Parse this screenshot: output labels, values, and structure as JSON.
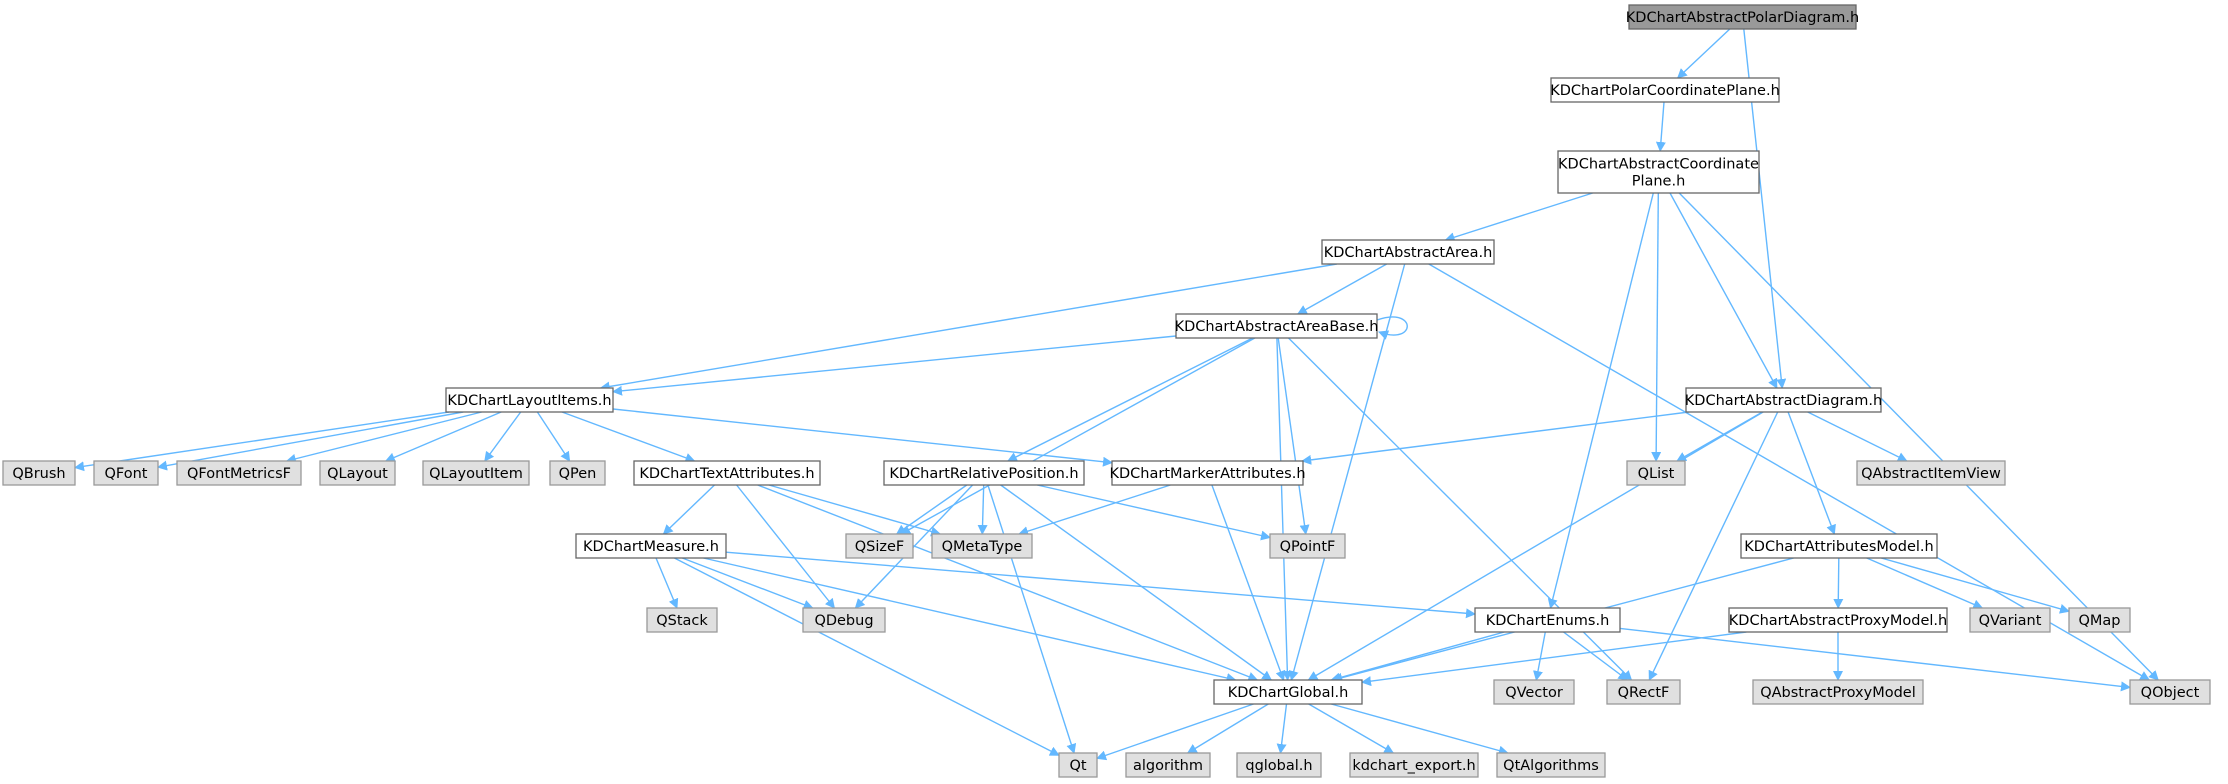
{
  "colors": {
    "edge": "#63b8ff",
    "node_fill": "#ffffff",
    "node_stroke": "#666666",
    "external_fill": "#e0e0e0",
    "external_stroke": "#999999",
    "root_fill": "#999999",
    "root_stroke": "#666666",
    "text": "#000000"
  },
  "nodes": [
    {
      "id": "abstractpolardiagram",
      "label": "KDChartAbstractPolarDiagram.h",
      "kind": "root"
    },
    {
      "id": "polarcoordinateplane",
      "label": "KDChartPolarCoordinatePlane.h",
      "kind": "header"
    },
    {
      "id": "abstractcoordinateplane",
      "label": "KDChartAbstractCoordinate\nPlane.h",
      "kind": "header"
    },
    {
      "id": "abstractarea",
      "label": "KDChartAbstractArea.h",
      "kind": "header"
    },
    {
      "id": "abstractareabase",
      "label": "KDChartAbstractAreaBase.h",
      "kind": "header"
    },
    {
      "id": "layoutitems",
      "label": "KDChartLayoutItems.h",
      "kind": "header"
    },
    {
      "id": "abstractdiagram",
      "label": "KDChartAbstractDiagram.h",
      "kind": "header"
    },
    {
      "id": "qbrush",
      "label": "QBrush",
      "kind": "external"
    },
    {
      "id": "qfont",
      "label": "QFont",
      "kind": "external"
    },
    {
      "id": "qfontmetricsf",
      "label": "QFontMetricsF",
      "kind": "external"
    },
    {
      "id": "qlayout",
      "label": "QLayout",
      "kind": "external"
    },
    {
      "id": "qlayoutitem",
      "label": "QLayoutItem",
      "kind": "external"
    },
    {
      "id": "qpen",
      "label": "QPen",
      "kind": "external"
    },
    {
      "id": "textattributes",
      "label": "KDChartTextAttributes.h",
      "kind": "header"
    },
    {
      "id": "relativeposition",
      "label": "KDChartRelativePosition.h",
      "kind": "header"
    },
    {
      "id": "markerattributes",
      "label": "KDChartMarkerAttributes.h",
      "kind": "header"
    },
    {
      "id": "qlist",
      "label": "QList",
      "kind": "external"
    },
    {
      "id": "qabstractitemview",
      "label": "QAbstractItemView",
      "kind": "external"
    },
    {
      "id": "measure",
      "label": "KDChartMeasure.h",
      "kind": "header"
    },
    {
      "id": "qsizef",
      "label": "QSizeF",
      "kind": "external"
    },
    {
      "id": "qmetatype",
      "label": "QMetaType",
      "kind": "external"
    },
    {
      "id": "qpointf",
      "label": "QPointF",
      "kind": "external"
    },
    {
      "id": "attributesmodel",
      "label": "KDChartAttributesModel.h",
      "kind": "header"
    },
    {
      "id": "qstack",
      "label": "QStack",
      "kind": "external"
    },
    {
      "id": "qdebug",
      "label": "QDebug",
      "kind": "external"
    },
    {
      "id": "enums",
      "label": "KDChartEnums.h",
      "kind": "header"
    },
    {
      "id": "abstractproxymodel",
      "label": "KDChartAbstractProxyModel.h",
      "kind": "header"
    },
    {
      "id": "qvariant",
      "label": "QVariant",
      "kind": "external"
    },
    {
      "id": "qmap",
      "label": "QMap",
      "kind": "external"
    },
    {
      "id": "global",
      "label": "KDChartGlobal.h",
      "kind": "header"
    },
    {
      "id": "qvector",
      "label": "QVector",
      "kind": "external"
    },
    {
      "id": "qrectf",
      "label": "QRectF",
      "kind": "external"
    },
    {
      "id": "qabstractproxymodel",
      "label": "QAbstractProxyModel",
      "kind": "external"
    },
    {
      "id": "qobject",
      "label": "QObject",
      "kind": "external"
    },
    {
      "id": "qt",
      "label": "Qt",
      "kind": "external"
    },
    {
      "id": "algorithm",
      "label": "algorithm",
      "kind": "external"
    },
    {
      "id": "qglobal",
      "label": "qglobal.h",
      "kind": "external"
    },
    {
      "id": "kdchart_export",
      "label": "kdchart_export.h",
      "kind": "external"
    },
    {
      "id": "qtalgorithms",
      "label": "QtAlgorithms",
      "kind": "external"
    }
  ],
  "edges": [
    [
      "abstractpolardiagram",
      "polarcoordinateplane"
    ],
    [
      "abstractpolardiagram",
      "abstractdiagram"
    ],
    [
      "polarcoordinateplane",
      "abstractcoordinateplane"
    ],
    [
      "abstractcoordinateplane",
      "abstractarea"
    ],
    [
      "abstractcoordinateplane",
      "abstractdiagram"
    ],
    [
      "abstractcoordinateplane",
      "qlist"
    ],
    [
      "abstractcoordinateplane",
      "enums"
    ],
    [
      "abstractcoordinateplane",
      "qobject"
    ],
    [
      "abstractarea",
      "abstractareabase"
    ],
    [
      "abstractarea",
      "layoutitems"
    ],
    [
      "abstractarea",
      "global"
    ],
    [
      "abstractarea",
      "qobject"
    ],
    [
      "abstractareabase",
      "abstractareabase"
    ],
    [
      "abstractareabase",
      "layoutitems"
    ],
    [
      "abstractareabase",
      "relativeposition"
    ],
    [
      "abstractareabase",
      "qsizef"
    ],
    [
      "abstractareabase",
      "qpointf"
    ],
    [
      "abstractareabase",
      "global"
    ],
    [
      "abstractareabase",
      "qrectf"
    ],
    [
      "layoutitems",
      "qbrush"
    ],
    [
      "layoutitems",
      "qfont"
    ],
    [
      "layoutitems",
      "qfontmetricsf"
    ],
    [
      "layoutitems",
      "qlayout"
    ],
    [
      "layoutitems",
      "qlayoutitem"
    ],
    [
      "layoutitems",
      "qpen"
    ],
    [
      "layoutitems",
      "textattributes"
    ],
    [
      "layoutitems",
      "markerattributes"
    ],
    [
      "abstractdiagram",
      "markerattributes"
    ],
    [
      "abstractdiagram",
      "qlist"
    ],
    [
      "abstractdiagram",
      "qabstractitemview"
    ],
    [
      "abstractdiagram",
      "attributesmodel"
    ],
    [
      "abstractdiagram",
      "global"
    ],
    [
      "abstractdiagram",
      "qrectf"
    ],
    [
      "textattributes",
      "measure"
    ],
    [
      "textattributes",
      "qmetatype"
    ],
    [
      "textattributes",
      "qdebug"
    ],
    [
      "textattributes",
      "global"
    ],
    [
      "relativeposition",
      "qsizef"
    ],
    [
      "relativeposition",
      "qmetatype"
    ],
    [
      "relativeposition",
      "qpointf"
    ],
    [
      "relativeposition",
      "qdebug"
    ],
    [
      "relativeposition",
      "global"
    ],
    [
      "relativeposition",
      "qt"
    ],
    [
      "markerattributes",
      "qmetatype"
    ],
    [
      "markerattributes",
      "global"
    ],
    [
      "measure",
      "qstack"
    ],
    [
      "measure",
      "qdebug"
    ],
    [
      "measure",
      "enums"
    ],
    [
      "measure",
      "global"
    ],
    [
      "measure",
      "qt"
    ],
    [
      "attributesmodel",
      "abstractproxymodel"
    ],
    [
      "attributesmodel",
      "qvariant"
    ],
    [
      "attributesmodel",
      "qmap"
    ],
    [
      "attributesmodel",
      "global"
    ],
    [
      "enums",
      "qvector"
    ],
    [
      "enums",
      "qrectf"
    ],
    [
      "enums",
      "qobject"
    ],
    [
      "enums",
      "global"
    ],
    [
      "abstractproxymodel",
      "qabstractproxymodel"
    ],
    [
      "abstractproxymodel",
      "global"
    ],
    [
      "global",
      "qt"
    ],
    [
      "global",
      "algorithm"
    ],
    [
      "global",
      "qglobal"
    ],
    [
      "global",
      "kdchart_export"
    ],
    [
      "global",
      "qtalgorithms"
    ]
  ]
}
